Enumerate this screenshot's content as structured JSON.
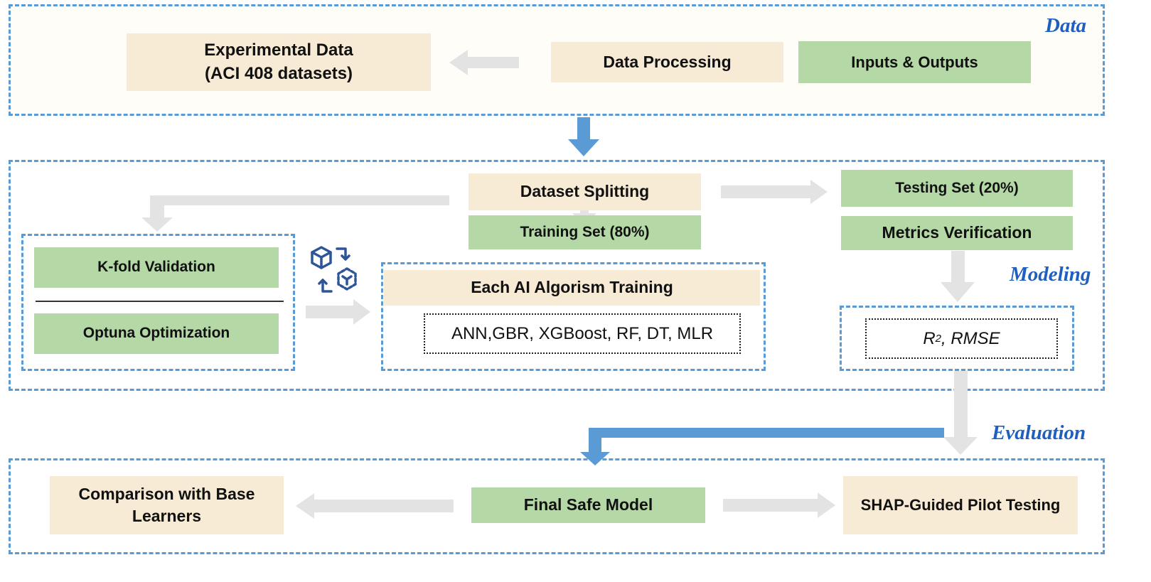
{
  "sections": {
    "data": "Data",
    "modeling": "Modeling",
    "evaluation": "Evaluation"
  },
  "data_row": {
    "experimental_line1": "Experimental Data",
    "experimental_line2": "(ACI 408 datasets)",
    "processing": "Data Processing",
    "io": "Inputs & Outputs"
  },
  "modeling": {
    "splitting": "Dataset Splitting",
    "training_set": "Training Set (80%)",
    "testing_set": "Testing Set (20%)",
    "metrics": "Metrics Verification",
    "kfold": "K-fold Validation",
    "optuna": "Optuna Optimization",
    "ai_training": "Each AI Algorism Training",
    "algorithms": "ANN,GBR, XGBoost, RF, DT, MLR",
    "metric_r": "R",
    "metric_sup": "2",
    "metric_rest": ", RMSE"
  },
  "evaluation": {
    "comparison": "Comparison with Base Learners",
    "final_model": "Final Safe Model",
    "shap": "SHAP-Guided Pilot Testing"
  },
  "colors": {
    "dash_blue": "#5b9bd5",
    "tag_blue": "#1f5fbf",
    "cream": "#f7ebd5",
    "green": "#b4d8a6",
    "grey_arrow": "#e3e3e3",
    "blue_arrow": "#5b9bd5"
  }
}
